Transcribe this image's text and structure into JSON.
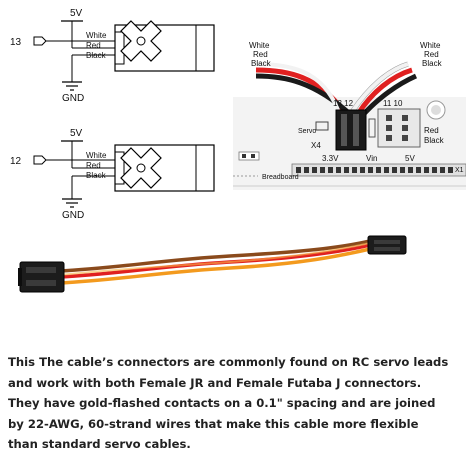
{
  "schematic": {
    "circuits": [
      {
        "pin": "13",
        "vcc": "5V",
        "gnd": "GND",
        "wires": [
          "White",
          "Red",
          "Black"
        ]
      },
      {
        "pin": "12",
        "vcc": "5V",
        "gnd": "GND",
        "wires": [
          "White",
          "Red",
          "Black"
        ]
      }
    ]
  },
  "board": {
    "left_wires": [
      "White",
      "Red",
      "Black"
    ],
    "right_wires": [
      "White",
      "Red",
      "Black"
    ],
    "pins_13_12": "13 12",
    "pins_11_10": "11 10",
    "servo_label": "Servo",
    "x4_label": "X4",
    "red_black_label": [
      "Red",
      "Black"
    ],
    "rail_3v3": "3.3V",
    "rail_vin": "Vin",
    "rail_5v": "5V",
    "breadboard_label": "Breadboard",
    "x1_label": "X1"
  },
  "colors": {
    "white_wire": "#f2f2f2",
    "red_wire": "#e02020",
    "black_wire": "#1a1a1a",
    "orange_wire": "#f39a1e",
    "brown_wire": "#8a4a1c"
  },
  "description": {
    "lines": [
      "This The cable’s connectors are commonly found on RC servo leads",
      "and work with both Female JR and Female Futaba J connectors.",
      "They have gold-flashed contacts on a 0.1\" spacing and are joined",
      "by 22-AWG, 60-strand wires that make this cable more flexible",
      "than standard servo cables."
    ]
  }
}
